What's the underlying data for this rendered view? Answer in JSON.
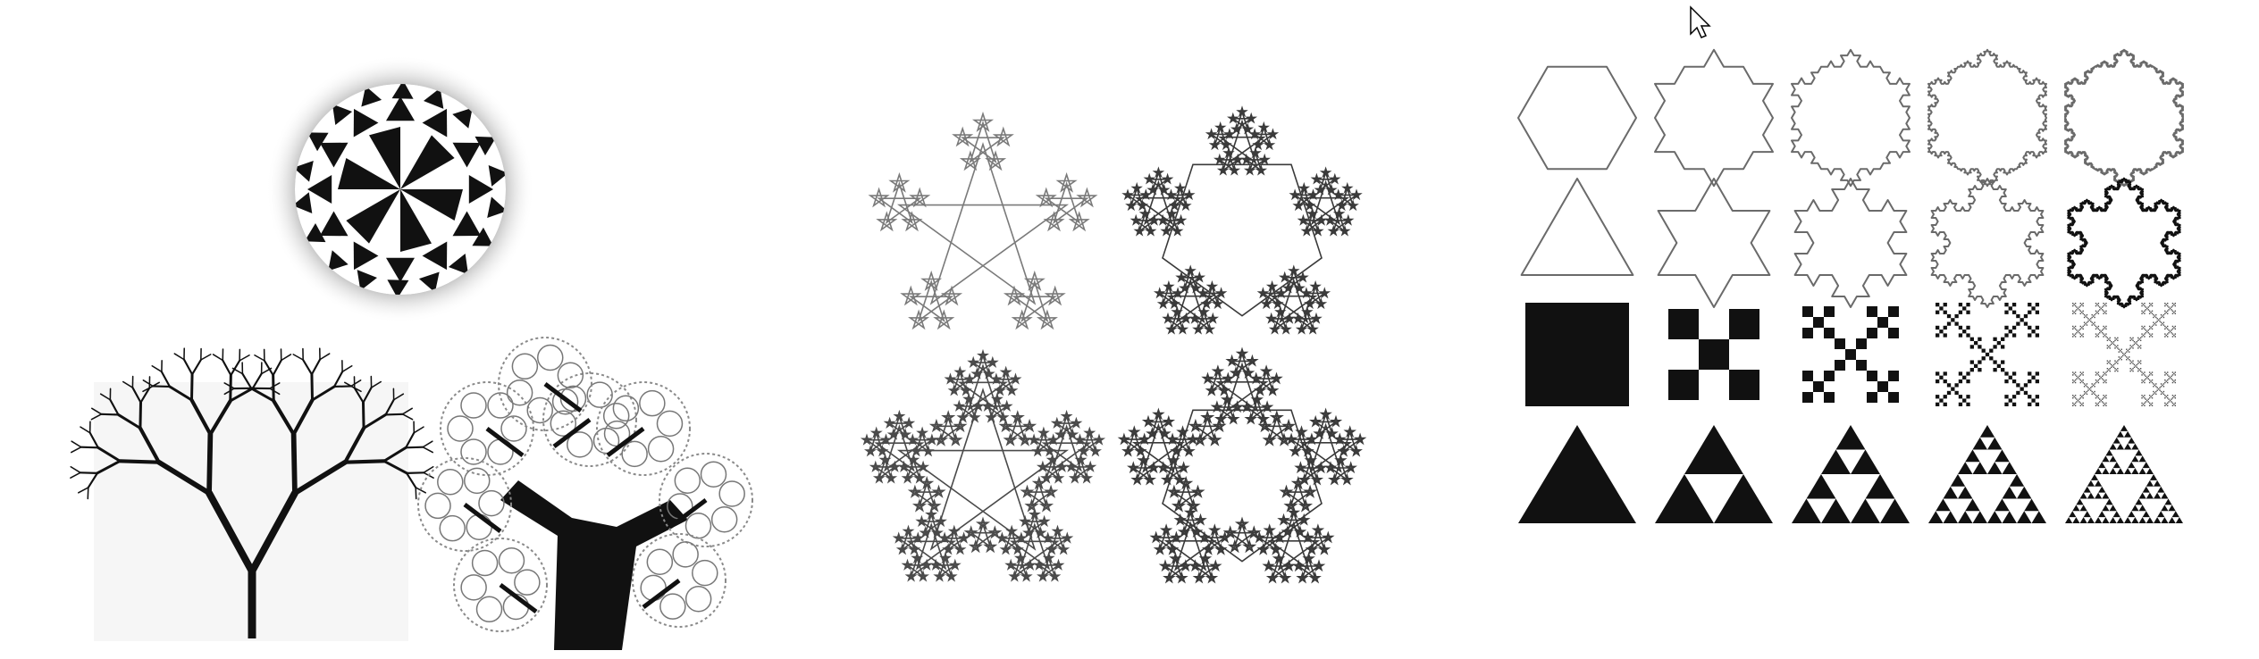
{
  "screen": {
    "caption": "",
    "background": "#ffffff",
    "ink": "#111111",
    "line_gray": "#6a6a6a",
    "cursor_icon": "arrow-cursor-icon"
  },
  "groups": {
    "left": [
      "fractal-tile",
      "fractal-tree-simple",
      "fractal-tree-pythagoras"
    ],
    "middle": [
      "pentaflake-level-1",
      "pentaflake-level-2",
      "pentaflake-level-3",
      "pentaflake-level-4"
    ],
    "right_rows": [
      {
        "name": "koch-hexagon-row",
        "levels": 5
      },
      {
        "name": "koch-snowflake-row",
        "levels": 5
      },
      {
        "name": "vicsek-fractal-row",
        "levels": 5
      },
      {
        "name": "sierpinski-triangle-row",
        "levels": 5
      }
    ]
  }
}
